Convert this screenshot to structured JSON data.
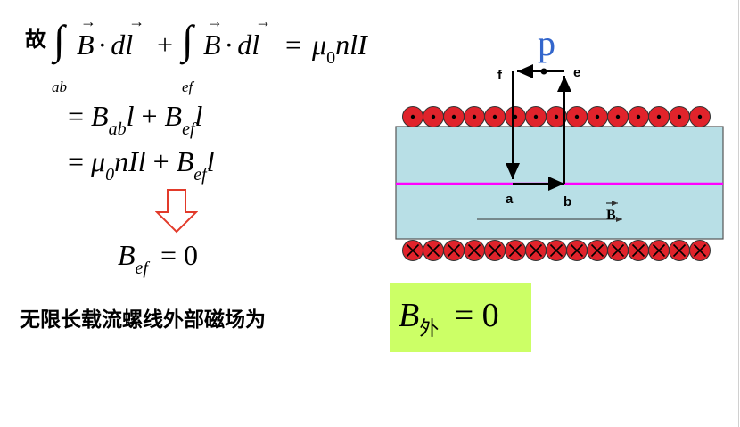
{
  "equation": {
    "prefix": "故",
    "line1": {
      "int1_limit": "ab",
      "int2_limit": "ef",
      "vec_B": "B",
      "dot": "·",
      "d": "d",
      "vec_l": "l",
      "plus": "+",
      "equals": "=",
      "mu": "μ",
      "mu_sub": "0",
      "rhs_tail": "nlI"
    },
    "line2": {
      "equals": "=",
      "B": "B",
      "sub_ab": "ab",
      "l": "l",
      "plus": "+",
      "sub_ef": "ef"
    },
    "line3": {
      "equals": "=",
      "mu": "μ",
      "mu_sub": "0",
      "term": "nIl",
      "plus": "+",
      "B": "B",
      "sub_ef": "ef",
      "l": "l"
    },
    "result": {
      "B": "B",
      "sub": "ef",
      "rhs": "= 0"
    }
  },
  "conclusion": {
    "text": "无限长载流螺线外部磁场为",
    "B": "B",
    "sub": "外",
    "rhs": "= 0",
    "highlight_color": "#ccff66"
  },
  "diagram": {
    "point_label": "p",
    "label_f": "f",
    "label_e": "e",
    "label_a": "a",
    "label_b": "b",
    "field_label": "B",
    "colors": {
      "interior": "#b8dfe6",
      "coil": "#e0232b",
      "axis": "#ff00ff",
      "point_label": "#3366cc"
    },
    "top_row_symbol": "dot",
    "bottom_row_symbol": "cross"
  }
}
